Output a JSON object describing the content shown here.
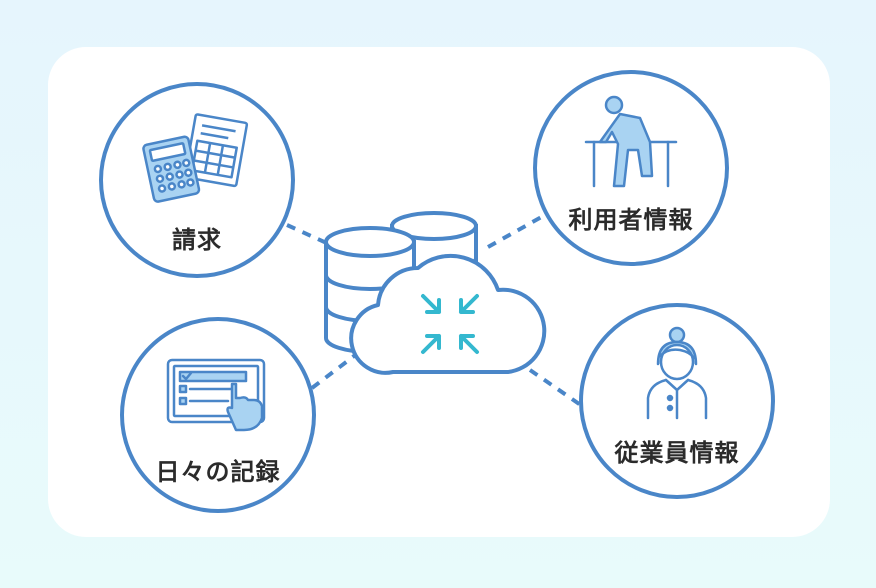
{
  "colors": {
    "circle_stroke": "#4a86c8",
    "icon_fill": "#a9d3f2",
    "accent": "#34b8cf"
  },
  "nodes": {
    "billing": {
      "label": "請求",
      "icon": "calculator-document-icon"
    },
    "user_info": {
      "label": "利用者情報",
      "icon": "person-table-icon"
    },
    "daily_records": {
      "label": "日々の記録",
      "icon": "tablet-checklist-icon"
    },
    "staff_info": {
      "label": "従業員情報",
      "icon": "nurse-icon"
    }
  },
  "center": {
    "icon": "database-cloud-icon",
    "inner_icon": "arrows-converge-icon"
  }
}
